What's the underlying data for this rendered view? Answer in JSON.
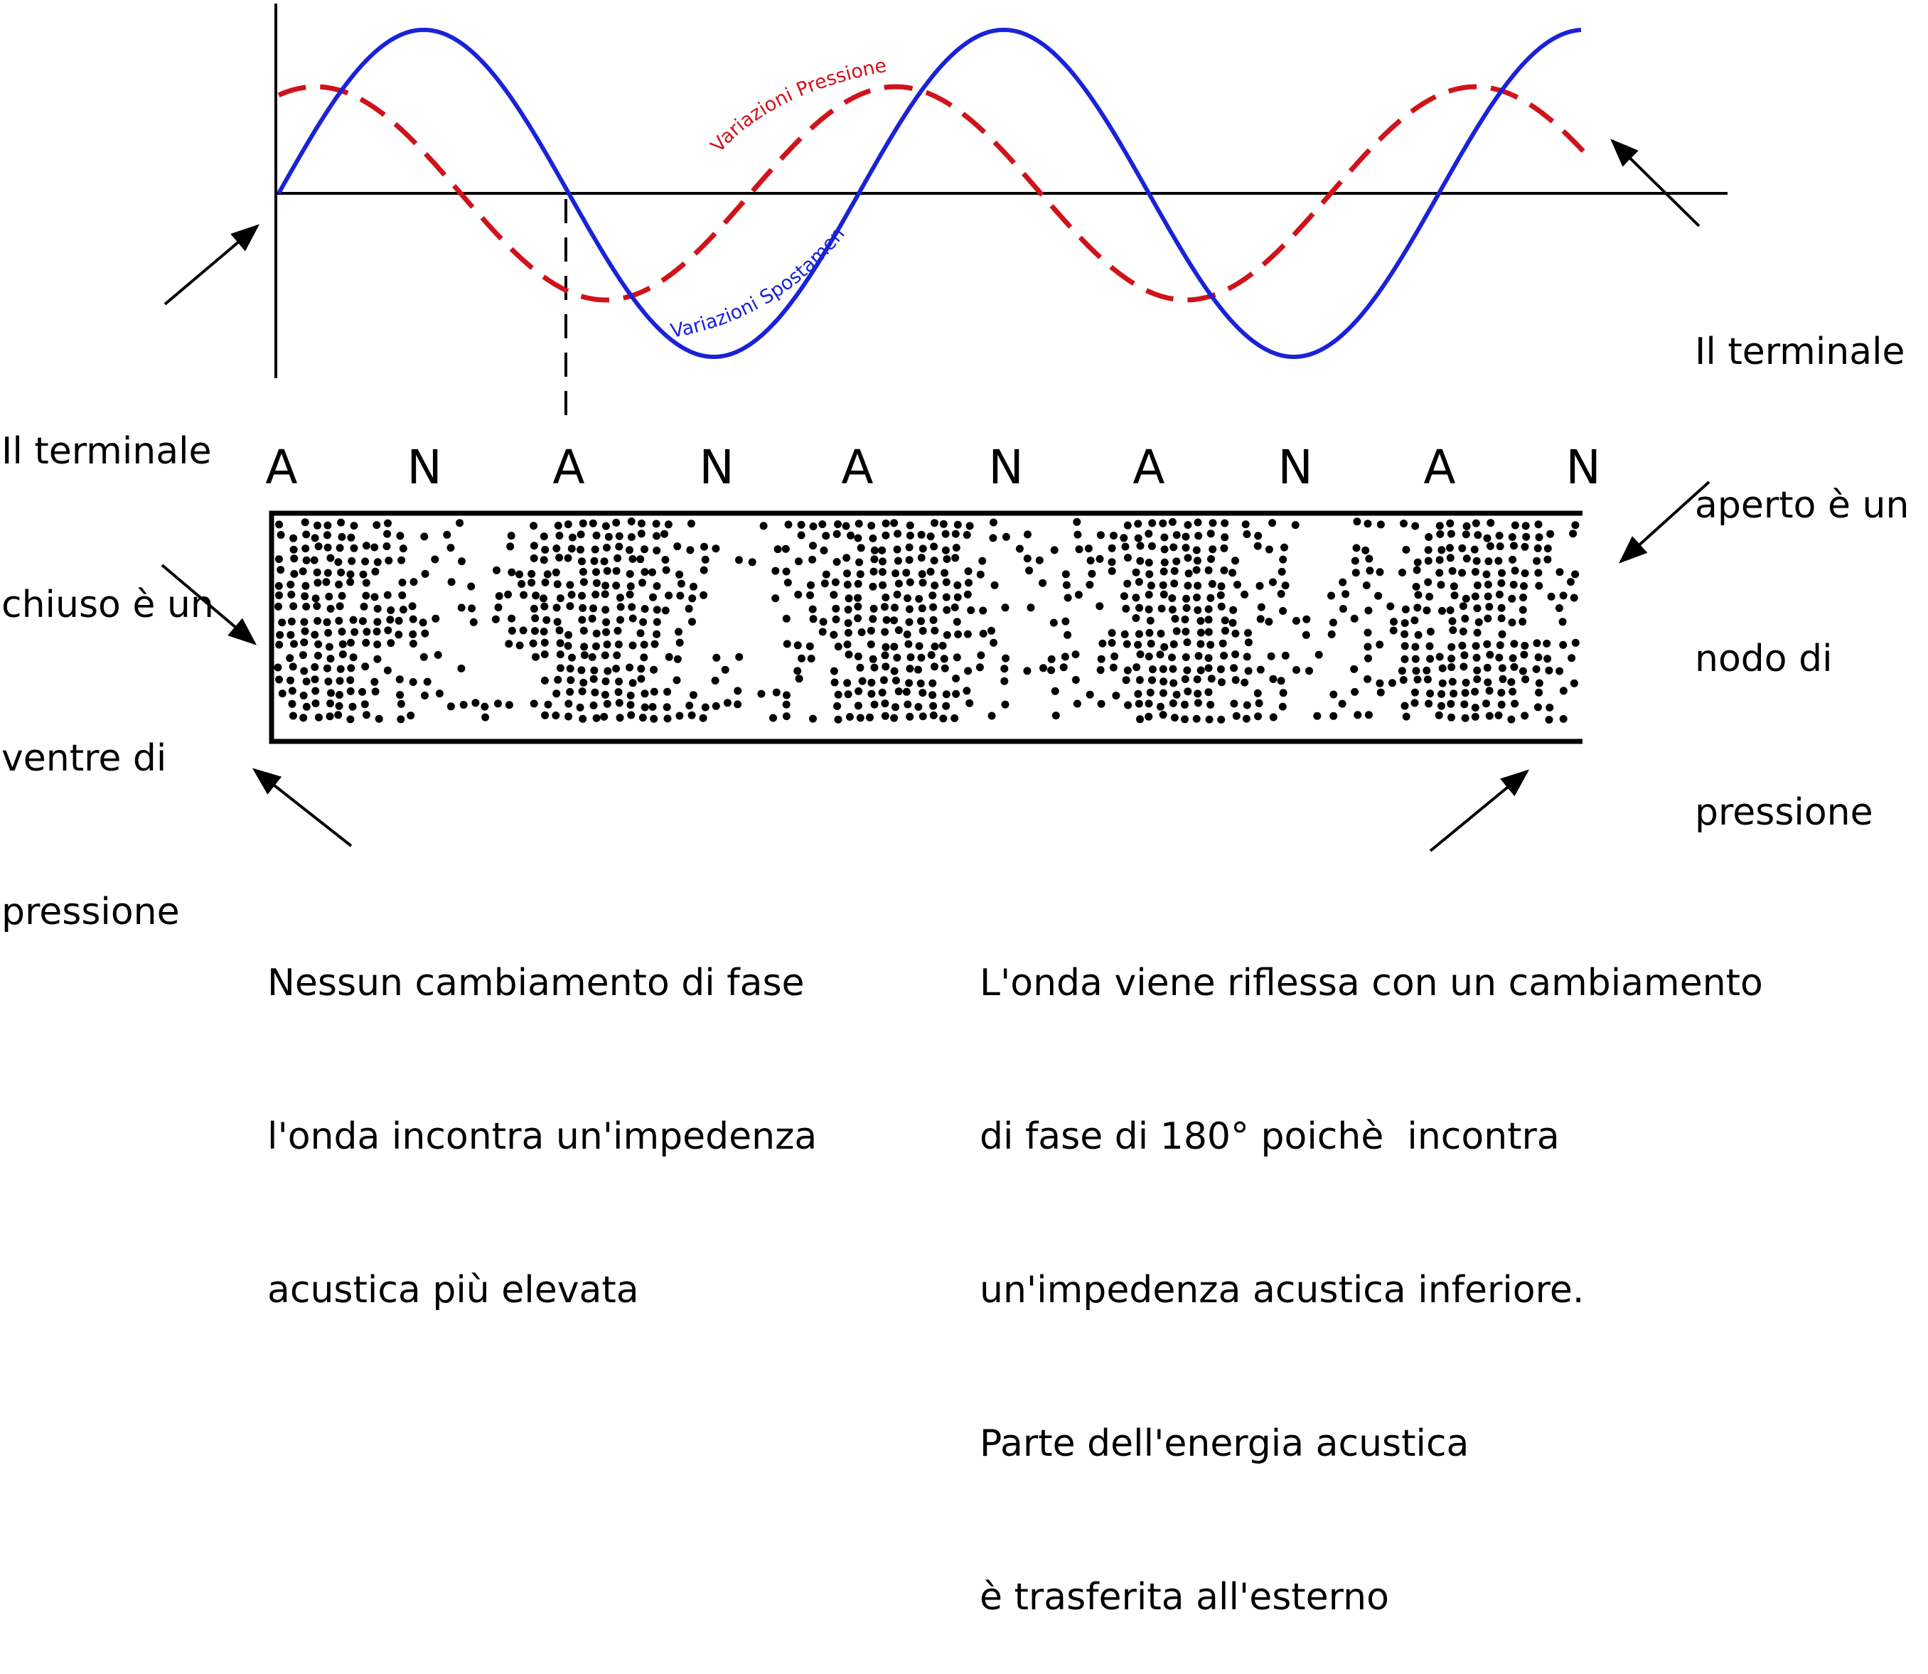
{
  "curves": {
    "pressure_label": "Variazioni Pressione",
    "displacement_label": "Variazioni Spostamento",
    "pressure_color": "#d0121b",
    "displacement_color": "#1a22d8"
  },
  "node_letters": [
    "A",
    "N",
    "A",
    "N",
    "A",
    "N",
    "A",
    "N",
    "A",
    "N"
  ],
  "labels": {
    "closed_end": [
      "Il terminale",
      "chiuso è un",
      "ventre di",
      "pressione"
    ],
    "open_end": [
      "Il terminale",
      "aperto è un",
      "nodo di",
      "pressione"
    ],
    "no_phase_change": [
      "Nessun cambiamento di fase",
      "l'onda incontra un'impedenza",
      "acustica più elevata"
    ],
    "phase_change": [
      "L'onda viene riflessa con un cambiamento",
      "di fase di 180° poichè  incontra",
      "un'impedenza acustica inferiore.",
      "Parte dell'energia acustica",
      "è trasferita all'esterno"
    ]
  }
}
